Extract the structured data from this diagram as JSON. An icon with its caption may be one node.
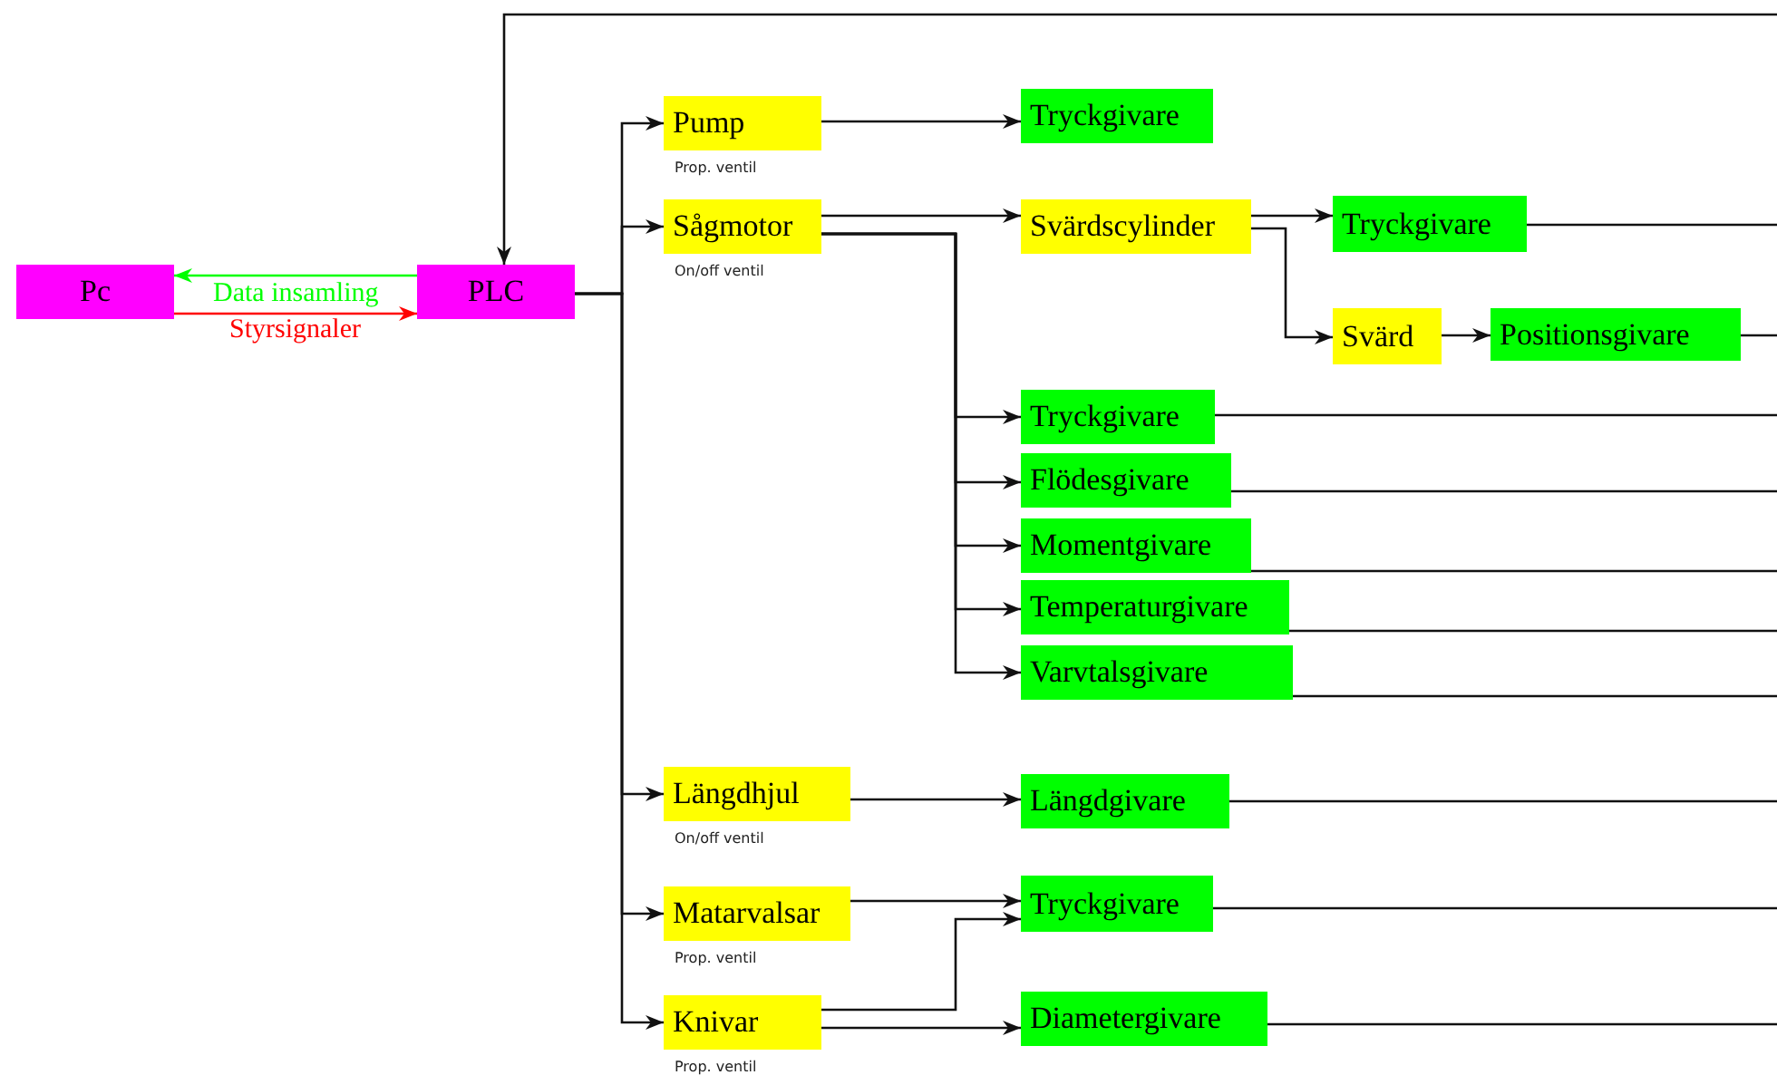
{
  "diagram": {
    "nodes": [
      {
        "text": [
          "Pc"
        ]
      },
      {
        "text": [
          "PLC"
        ]
      },
      {
        "text": [
          "Pump"
        ],
        "beside": [
          "Prop. ventil"
        ]
      },
      {
        "text": [
          "Tryckgivare"
        ]
      },
      {
        "text": [
          "Sågmotor"
        ],
        "beside": [
          "On/off ventil"
        ]
      },
      {
        "text": [
          "Svärdscylinder"
        ]
      },
      {
        "text": [
          "Tryckgivare"
        ]
      },
      {
        "text": [
          "Svärd"
        ]
      },
      {
        "text": [
          "Positionsgivare"
        ]
      },
      {
        "text": [
          "Tryckgivare"
        ]
      },
      {
        "text": [
          "Flödesgivare"
        ]
      },
      {
        "text": [
          "Momentgivare"
        ]
      },
      {
        "text": [
          "Temperaturgivare"
        ]
      },
      {
        "text": [
          "Varvtalsgivare"
        ]
      },
      {
        "text": [
          "Längdhjul"
        ],
        "beside": [
          "On/off ventil"
        ]
      },
      {
        "text": [
          "Längdgivare"
        ]
      },
      {
        "text": [
          "Matarvalsar"
        ],
        "beside": [
          "Prop. ventil"
        ]
      },
      {
        "text": [
          "Tryckgivare"
        ]
      },
      {
        "text": [
          "Knivar"
        ],
        "beside": [
          "Prop. ventil"
        ]
      },
      {
        "text": [
          "Diametergivare"
        ]
      }
    ],
    "edges": [
      {
        "from": 1,
        "to": 0,
        "arrow": "to",
        "label": "Data insamling",
        "color": "#00ff00"
      },
      {
        "from": 0,
        "to": 1,
        "arrow": "to",
        "label": "Styrsignaler",
        "color": "#ff0000"
      },
      {
        "from": 1,
        "to": 2,
        "arrow": "to"
      },
      {
        "from": 1,
        "to": 4,
        "arrow": "to"
      },
      {
        "from": 1,
        "to": 14,
        "arrow": "to"
      },
      {
        "from": 1,
        "to": 16,
        "arrow": "to"
      },
      {
        "from": 1,
        "to": 18,
        "arrow": "to"
      },
      {
        "from": 2,
        "to": 3,
        "arrow": "to"
      },
      {
        "from": 4,
        "to": 5,
        "arrow": "to"
      },
      {
        "from": 4,
        "to": 9,
        "arrow": "to"
      },
      {
        "from": 4,
        "to": 10,
        "arrow": "to"
      },
      {
        "from": 4,
        "to": 11,
        "arrow": "to"
      },
      {
        "from": 4,
        "to": 12,
        "arrow": "to"
      },
      {
        "from": 4,
        "to": 13,
        "arrow": "to"
      },
      {
        "from": 5,
        "to": 6,
        "arrow": "to"
      },
      {
        "from": 5,
        "to": 7,
        "arrow": "to"
      },
      {
        "from": 7,
        "to": 8,
        "arrow": "to"
      },
      {
        "from": 14,
        "to": 15,
        "arrow": "to"
      },
      {
        "from": 16,
        "to": 17,
        "arrow": "to"
      },
      {
        "from": 18,
        "to": 17,
        "arrow": "to"
      },
      {
        "from": 18,
        "to": 19,
        "arrow": "to"
      },
      {
        "from": 6,
        "to": null,
        "arrow": "none"
      },
      {
        "from": 8,
        "to": null,
        "arrow": "none"
      },
      {
        "from": 9,
        "to": null,
        "arrow": "none"
      },
      {
        "from": 10,
        "to": null,
        "arrow": "none"
      },
      {
        "from": 11,
        "to": null,
        "arrow": "none"
      },
      {
        "from": 12,
        "to": null,
        "arrow": "none"
      },
      {
        "from": 13,
        "to": null,
        "arrow": "none"
      },
      {
        "from": 15,
        "to": null,
        "arrow": "none"
      },
      {
        "from": 17,
        "to": null,
        "arrow": "none"
      },
      {
        "from": 19,
        "to": null,
        "arrow": "none"
      },
      {
        "from": null,
        "to": 1,
        "arrow": "to"
      }
    ]
  }
}
